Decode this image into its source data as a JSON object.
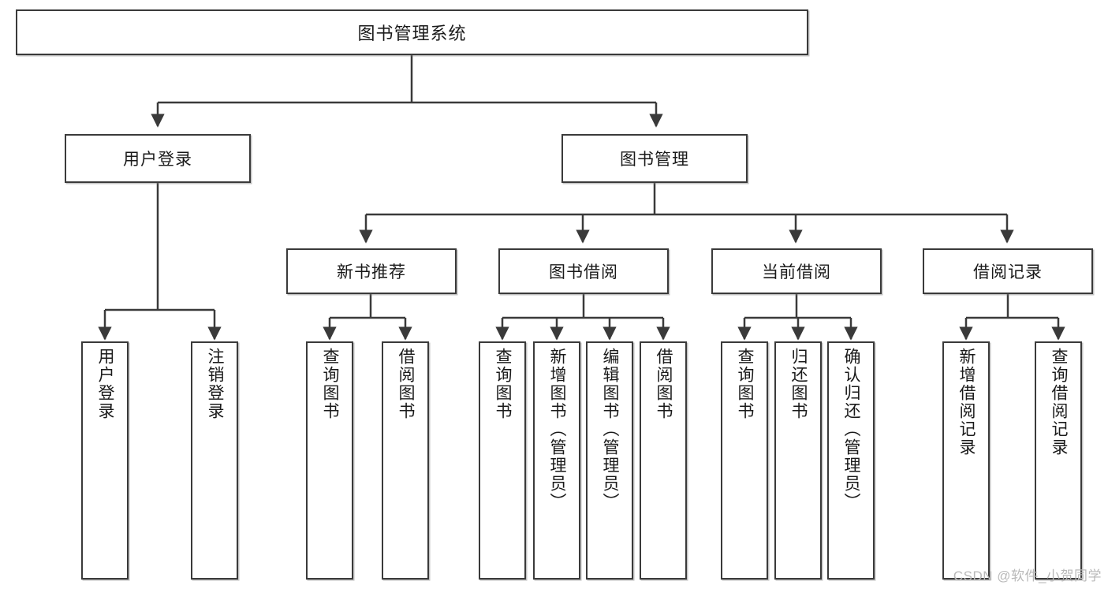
{
  "diagram": {
    "title": "图书管理系统",
    "type": "tree-hierarchy",
    "watermark": "CSDN @软件_小贺同学",
    "colors": {
      "box_border": "#3a3a3a",
      "box_fill": "#ffffff",
      "edge": "#3a3a3a",
      "text": "#1a1a1a",
      "watermark": "#b9b9b9"
    },
    "root": {
      "label": "图书管理系统"
    },
    "level1": [
      {
        "label": "用户登录"
      },
      {
        "label": "图书管理"
      }
    ],
    "level2": [
      {
        "label": "新书推荐"
      },
      {
        "label": "图书借阅"
      },
      {
        "label": "当前借阅"
      },
      {
        "label": "借阅记录"
      }
    ],
    "leaves": {
      "user_login": [
        {
          "label": "用户登录"
        },
        {
          "label": "注销登录"
        }
      ],
      "new_book_recommend": [
        {
          "label": "查询图书"
        },
        {
          "label": "借阅图书"
        }
      ],
      "book_borrow": [
        {
          "label": "查询图书"
        },
        {
          "label": "新增图书（管理员）"
        },
        {
          "label": "编辑图书（管理员）"
        },
        {
          "label": "借阅图书"
        }
      ],
      "current_borrow": [
        {
          "label": "查询图书"
        },
        {
          "label": "归还图书"
        },
        {
          "label": "确认归还（管理员）"
        }
      ],
      "borrow_record": [
        {
          "label": "新增借阅记录"
        },
        {
          "label": "查询借阅记录"
        }
      ]
    }
  }
}
